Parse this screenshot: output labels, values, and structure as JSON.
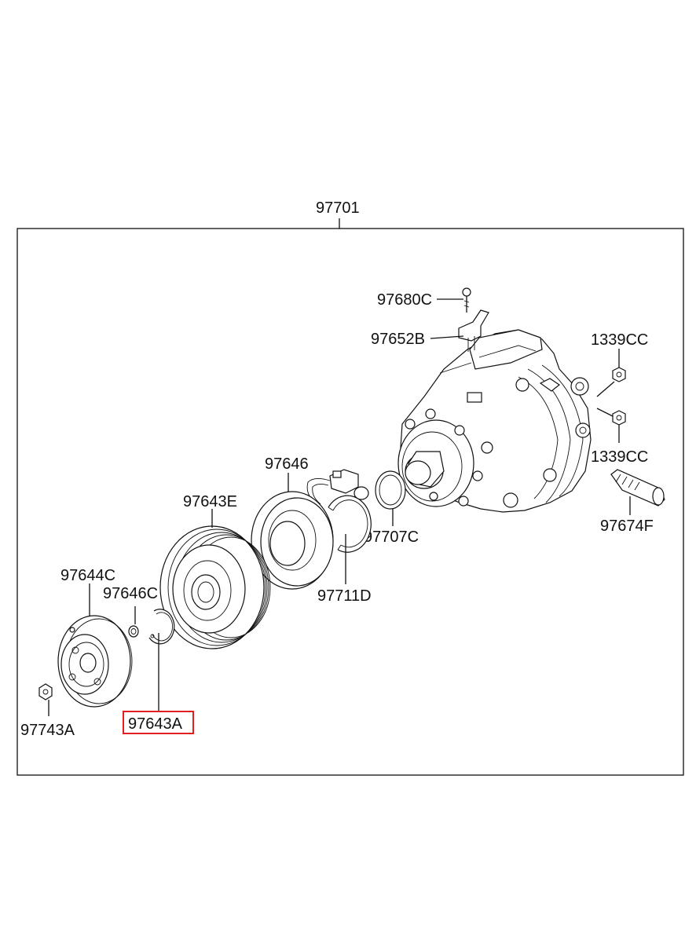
{
  "assembly": {
    "label": "97701"
  },
  "callouts": {
    "bolt": "97680C",
    "bracket": "97652B",
    "nut_top": "1339CC",
    "nut_bottom": "1339CC",
    "switch": "97674F",
    "o_ring": "97707C",
    "field_coil": "97646",
    "snap_ring_coil": "97711D",
    "pulley": "97643E",
    "hub": "97644C",
    "shim": "97646C",
    "snap_ring_pulley": "97643A",
    "hub_nut": "97743A"
  },
  "highlight": {
    "target": "97643A",
    "color": "#e02020"
  }
}
